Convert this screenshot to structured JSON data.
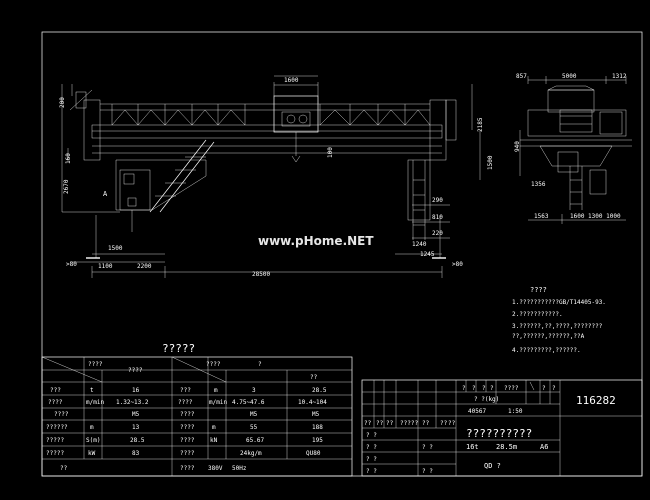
{
  "drawing_number": "116282",
  "watermark": "www.pHome.NET",
  "main_view": {
    "dims": {
      "span": "28500",
      "left_offset": "1100",
      "left_mid": "2200",
      "left_inner": "1500",
      "trolley_width": "1600",
      "right_bottom": "1245",
      "left_bottom_marker": ">80",
      "right_bottom_marker": ">80",
      "left_top": "200",
      "left_h1": "160",
      "left_height": "2670",
      "right_top_a": "2185",
      "right_top_b": "1500",
      "right_low_a": "290",
      "right_low_b": "810",
      "right_low_c": "220",
      "right_low_d": "1240",
      "mid_vertical": "100"
    },
    "section_label": "A"
  },
  "side_view": {
    "dims": {
      "top_left": "857",
      "top_mid": "5000",
      "top_right": "1312",
      "left_mid": "940",
      "left_low": "1356",
      "bottom_left": "1563",
      "bottom_right": "1600 1300 1000"
    }
  },
  "notes": {
    "title": "????",
    "lines": [
      "1.???????????GB/T14405-93.",
      "2.???????????.",
      "3.??????,??,????,????????",
      "  ??,??????,??????,??A",
      "4.?????????,??????."
    ]
  },
  "param_table": {
    "title": "?????",
    "header": {
      "diag1": "????",
      "diag2": "????",
      "c1": "????",
      "c3": "?",
      "c4": "??"
    },
    "rows": [
      [
        "???",
        "t",
        "16",
        "???",
        "m",
        "3",
        "28.5"
      ],
      [
        "????",
        "m/min",
        "1.32~13.2",
        "????",
        "m/min",
        "4.75~47.6",
        "10.4~104"
      ],
      [
        "????",
        "",
        "M5",
        "????",
        "",
        "M5",
        "M5"
      ],
      [
        "??????",
        "m",
        "13",
        "????",
        "m",
        "55",
        "188"
      ],
      [
        "?????",
        "S(m)",
        "28.5",
        "????",
        "kN",
        "65.67",
        "195"
      ],
      [
        "?????",
        "kW",
        "83",
        "????",
        "",
        "24kg/m",
        "QU80"
      ],
      [
        "??",
        "",
        "",
        "????",
        "",
        "380V",
        "50Hz"
      ]
    ]
  },
  "title_block": {
    "scale": "1:50",
    "weight": "40567",
    "weight_label": "?  ?(kg)",
    "header_cells": [
      "?",
      "?",
      "?",
      "?",
      "????",
      "?",
      "?"
    ],
    "left_header": [
      "??",
      "??",
      "??",
      "?????",
      "??",
      "??",
      "??"
    ],
    "left_rows": [
      "? ?",
      "? ?",
      "? ?",
      "? ?",
      "? ?",
      "? ?"
    ],
    "left_cells": [
      "? ?",
      "? ?"
    ],
    "product_title": "??????????",
    "capacity": "16t",
    "span": "28.5m",
    "duty": "A6",
    "model": "QD  ?"
  }
}
